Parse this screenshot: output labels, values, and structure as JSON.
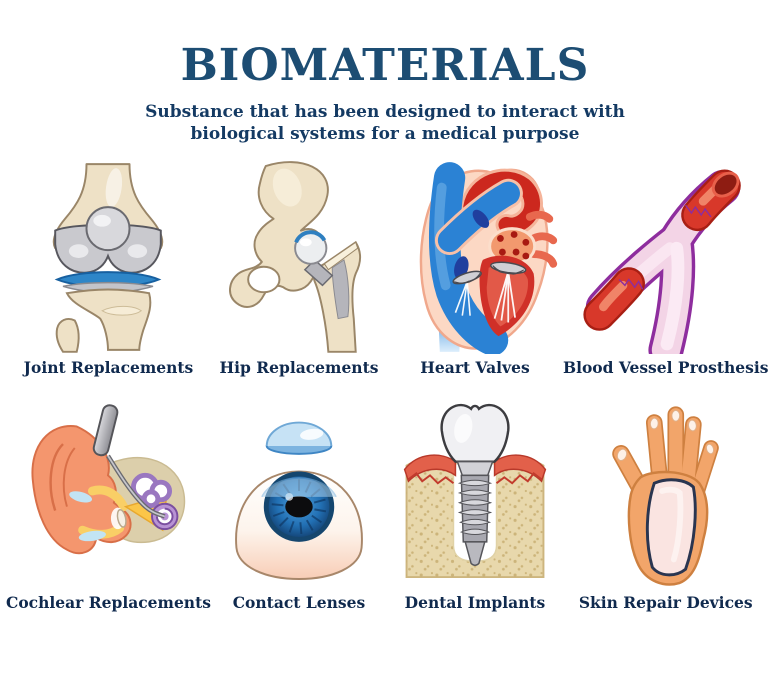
{
  "header": {
    "title": "BIOMATERIALS",
    "subtitle_line1": "Substance that has been designed to interact with",
    "subtitle_line2": "biological systems for a medical purpose"
  },
  "items": [
    {
      "label": "Joint Replacements",
      "icon": "knee-joint-replacement-illustration"
    },
    {
      "label": "Hip Replacements",
      "icon": "hip-replacement-illustration"
    },
    {
      "label": "Heart Valves",
      "icon": "heart-valves-illustration"
    },
    {
      "label": "Blood Vessel Prosthesis",
      "icon": "blood-vessel-prosthesis-illustration"
    },
    {
      "label": "Cochlear Replacements",
      "icon": "cochlear-implant-illustration"
    },
    {
      "label": "Contact Lenses",
      "icon": "contact-lens-eye-illustration"
    },
    {
      "label": "Dental Implants",
      "icon": "dental-implant-illustration"
    },
    {
      "label": "Skin Repair Devices",
      "icon": "skin-repair-hand-illustration"
    }
  ],
  "colors": {
    "title_navy": "#1d4d73",
    "label_navy": "#102a4e",
    "background": "#ffffff",
    "bone_beige": "#eee1c6",
    "implant_metal": "#c9c9ce",
    "accent_blue": "#2e86c8",
    "heart_red": "#d03028",
    "vessel_purple": "#8e2d9e",
    "vessel_pink": "#f3d4e6",
    "skin_orange": "#f2a56a",
    "gum_red": "#e2604a"
  }
}
